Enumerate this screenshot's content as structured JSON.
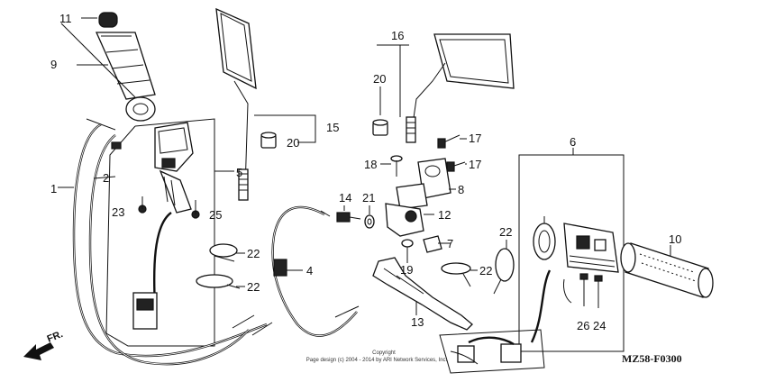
{
  "diagram": {
    "callouts": [
      "1",
      "2",
      "4",
      "5",
      "6",
      "7",
      "8",
      "9",
      "10",
      "11",
      "12",
      "13",
      "14",
      "15",
      "16",
      "17",
      "17",
      "18",
      "19",
      "20",
      "20",
      "21",
      "22",
      "22",
      "22",
      "22",
      "23",
      "24",
      "25",
      "26"
    ],
    "diagram_code": "MZ58-F0300",
    "direction_label": "FR.",
    "copyright_line1": "Copyright",
    "copyright_line2": "Page design (c) 2004 - 2014 by ARI Network Services, Inc."
  }
}
